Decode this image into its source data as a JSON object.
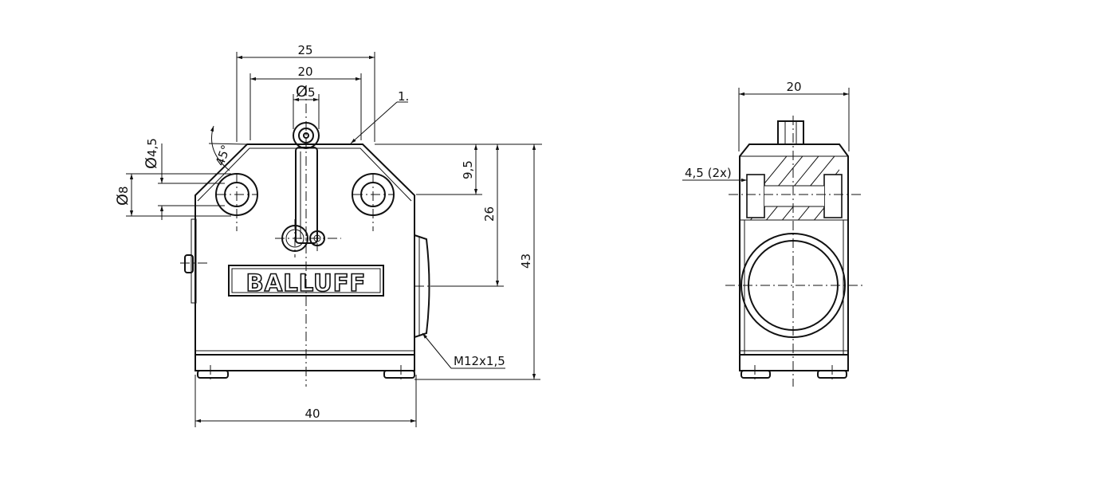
{
  "front_view": {
    "logo_text": "BALLUFF",
    "dims": {
      "width_top_outer": "25",
      "width_top_inner": "20",
      "plunger_diameter": "5",
      "callout": "1.",
      "chamfer_angle": "45°",
      "hole_diameter": "4,5",
      "boss_diameter": "8",
      "hole_offset": "9,5",
      "connector_height": "26",
      "total_height": "43",
      "thread": "M12x1,5",
      "total_width": "40"
    }
  },
  "side_view": {
    "dims": {
      "width": "20",
      "hole_note": "4,5 (2x)"
    }
  },
  "symbols": {
    "diameter": "Ø"
  }
}
